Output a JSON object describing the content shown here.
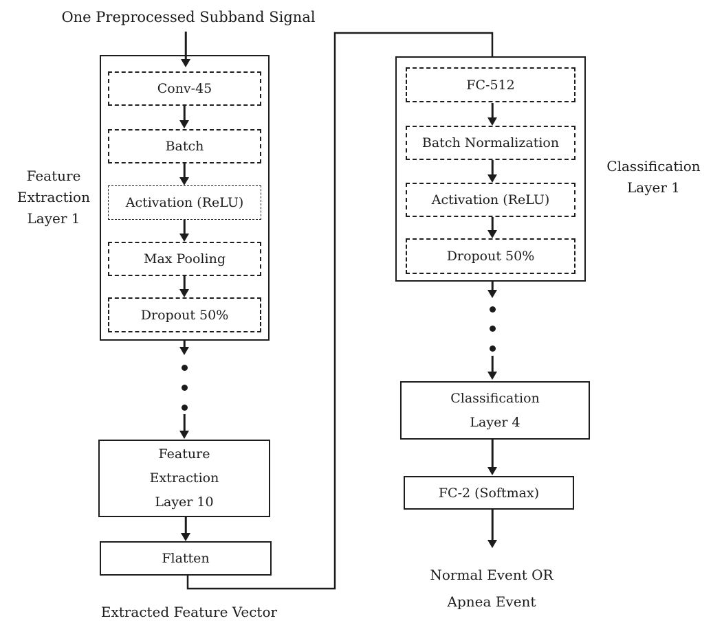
{
  "colors": {
    "ink": "#1c1c1c",
    "background": "#ffffff"
  },
  "input_label": "One Preprocessed Subband Signal",
  "feature_extraction": {
    "group_label_lines": [
      "Feature",
      "Extraction",
      "Layer 1"
    ],
    "layers": [
      "Conv-45",
      "Batch",
      "Activation (ReLU)",
      "Max Pooling",
      "Dropout 50%"
    ],
    "collapsed_block_lines": [
      "Feature",
      "Extraction",
      "Layer 10"
    ],
    "flatten_label": "Flatten",
    "output_label": "Extracted Feature Vector"
  },
  "classification": {
    "group_label_lines": [
      "Classification",
      "Layer 1"
    ],
    "layers": [
      "FC-512",
      "Batch Normalization",
      "Activation (ReLU)",
      "Dropout 50%"
    ],
    "collapsed_block_lines": [
      "Classification",
      "Layer 4"
    ],
    "softmax_label": "FC-2 (Softmax)",
    "output_lines": [
      "Normal Event OR",
      "Apnea Event"
    ]
  }
}
